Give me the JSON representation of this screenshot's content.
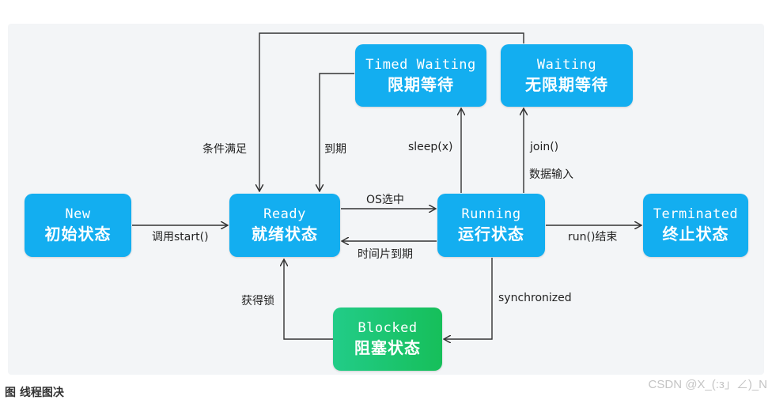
{
  "states": {
    "new": {
      "en": "New",
      "zh": "初始状态"
    },
    "ready": {
      "en": "Ready",
      "zh": "就绪状态"
    },
    "running": {
      "en": "Running",
      "zh": "运行状态"
    },
    "terminated": {
      "en": "Terminated",
      "zh": "终止状态"
    },
    "timed_waiting": {
      "en": "Timed Waiting",
      "zh": "限期等待"
    },
    "waiting": {
      "en": "Waiting",
      "zh": "无限期等待"
    },
    "blocked": {
      "en": "Blocked",
      "zh": "阻塞状态"
    }
  },
  "transitions": {
    "start": "调用start()",
    "os_select": "OS选中",
    "time_slice": "时间片到期",
    "run_end": "run()结束",
    "sleep": "sleep(x)",
    "timeout": "到期",
    "join": "join()",
    "data_input": "数据输入",
    "condition_met": "条件满足",
    "synchronized": "synchronized",
    "acquire_lock": "获得锁"
  },
  "colors": {
    "state_fill": "#13aef0",
    "blocked_fill": "#1ec46e",
    "arrow": "#333333"
  },
  "caption": "图   线程图决",
  "watermark": "CSDN @X_(:з」∠)_N"
}
